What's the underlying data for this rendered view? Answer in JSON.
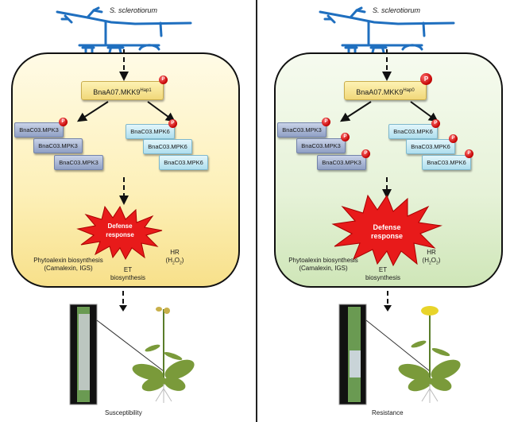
{
  "divider": true,
  "panels": [
    {
      "id": "susceptible",
      "pathogen": "S. sclerotiorum",
      "mkk": {
        "name": "BnaA07.MKK9",
        "allele": "Hap1",
        "phospho": "P"
      },
      "mpk3": [
        "BnaC03.MPK3",
        "BnaC03.MPK3",
        "BnaC03.MPK3"
      ],
      "mpk6": [
        "BnaC03.MPK6",
        "BnaC03.MPK6",
        "BnaC03.MPK6"
      ],
      "phospho_label": "P",
      "defense": {
        "line1": "Defense",
        "line2": "response"
      },
      "outputs": {
        "phytoalexin_1": "Phytoalexin biosynthesis",
        "phytoalexin_2": "(Camalexin, IGS)",
        "et_1": "ET",
        "et_2": "biosynthesis",
        "hr_1": "HR",
        "hr_2": "(H2O2)"
      },
      "outcome": "Susceptibility",
      "cell_color": "#fdf0b8"
    },
    {
      "id": "resistant",
      "pathogen": "S. sclerotiorum",
      "mkk": {
        "name": "BnaA07.MKK9",
        "allele": "Hap0",
        "phospho": "P"
      },
      "mpk3": [
        "BnaC03.MPK3",
        "BnaC03.MPK3",
        "BnaC03.MPK3"
      ],
      "mpk6": [
        "BnaC03.MPK6",
        "BnaC03.MPK6",
        "BnaC03.MPK6"
      ],
      "phospho_label": "P",
      "defense": {
        "line1": "Defense",
        "line2": "response"
      },
      "outputs": {
        "phytoalexin_1": "Phytoalexin biosynthesis",
        "phytoalexin_2": "(Camalexin, IGS)",
        "et_1": "ET",
        "et_2": "biosynthesis",
        "hr_1": "HR",
        "hr_2": "(H2O2)"
      },
      "outcome": "Resistance",
      "cell_color": "#e6f2d8"
    }
  ],
  "colors": {
    "hyphae": "#1f6fbf",
    "defense_star": "#e81a1a",
    "phospho": "#c20000"
  }
}
